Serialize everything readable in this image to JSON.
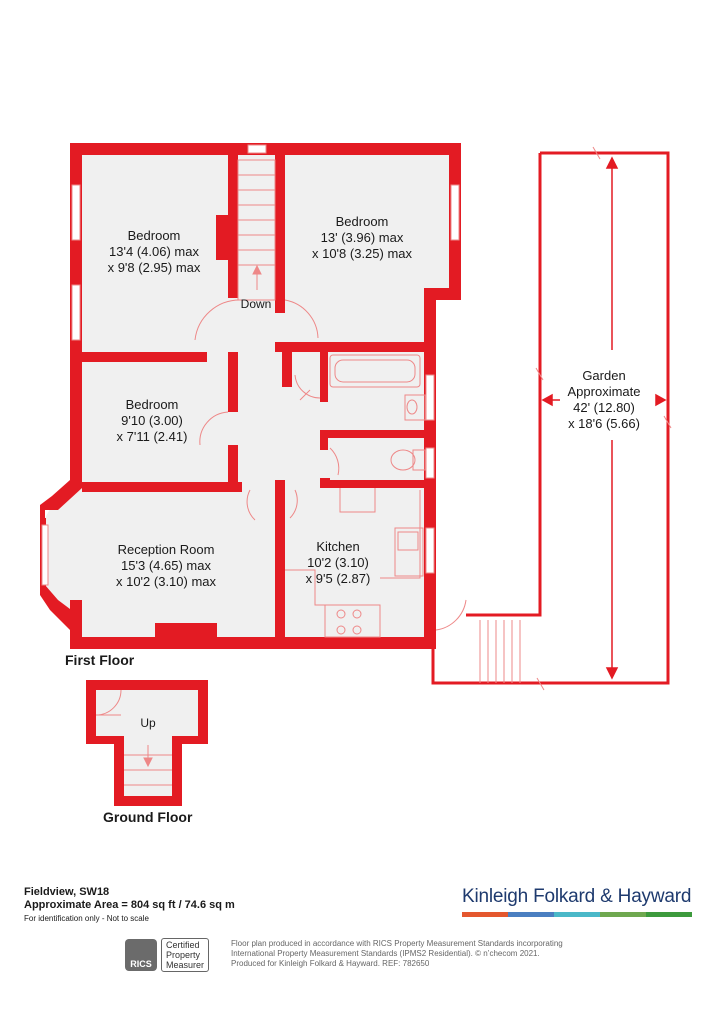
{
  "colors": {
    "wall": "#e31b23",
    "floor": "#f0f0f0",
    "text": "#1a1a1a",
    "brand": "#1e3a6e",
    "bar": [
      "#e4572e",
      "#4a7fc1",
      "#4ab8c8",
      "#6fa84f",
      "#3c9a3c"
    ]
  },
  "rooms": {
    "bedroom1": {
      "name": "Bedroom",
      "line1": "13'4 (4.06) max",
      "line2": "x 9'8 (2.95) max"
    },
    "bedroom2": {
      "name": "Bedroom",
      "line1": "13' (3.96) max",
      "line2": "x 10'8 (3.25) max"
    },
    "bedroom3": {
      "name": "Bedroom",
      "line1": "9'10 (3.00)",
      "line2": "x 7'11 (2.41)"
    },
    "reception": {
      "name": "Reception Room",
      "line1": "15'3 (4.65) max",
      "line2": "x 10'2 (3.10) max"
    },
    "kitchen": {
      "name": "Kitchen",
      "line1": "10'2 (3.10)",
      "line2": "x 9'5 (2.87)"
    },
    "garden": {
      "name": "Garden",
      "name2": "Approximate",
      "line1": "42' (12.80)",
      "line2": "x 18'6 (5.66)"
    }
  },
  "labels": {
    "down": "Down",
    "up": "Up",
    "first_floor": "First Floor",
    "ground_floor": "Ground Floor"
  },
  "footer": {
    "address": "Fieldview, SW18",
    "area": "Approximate Area = 804  sq ft / 74.6 sq m",
    "note": "For identification only - Not to scale"
  },
  "brand": {
    "name": "Kinleigh Folkard & Hayward"
  },
  "rics": {
    "logo_text": "RICS",
    "badge": [
      "Certified",
      "Property",
      "Measurer"
    ]
  },
  "disclaimer": [
    "Floor plan produced in accordance with RICS Property Measurement Standards incorporating",
    "International Property Measurement Standards (IPMS2 Residential).  © n’checom 2021.",
    "Produced for Kinleigh Folkard & Hayward.   REF: 782650"
  ]
}
